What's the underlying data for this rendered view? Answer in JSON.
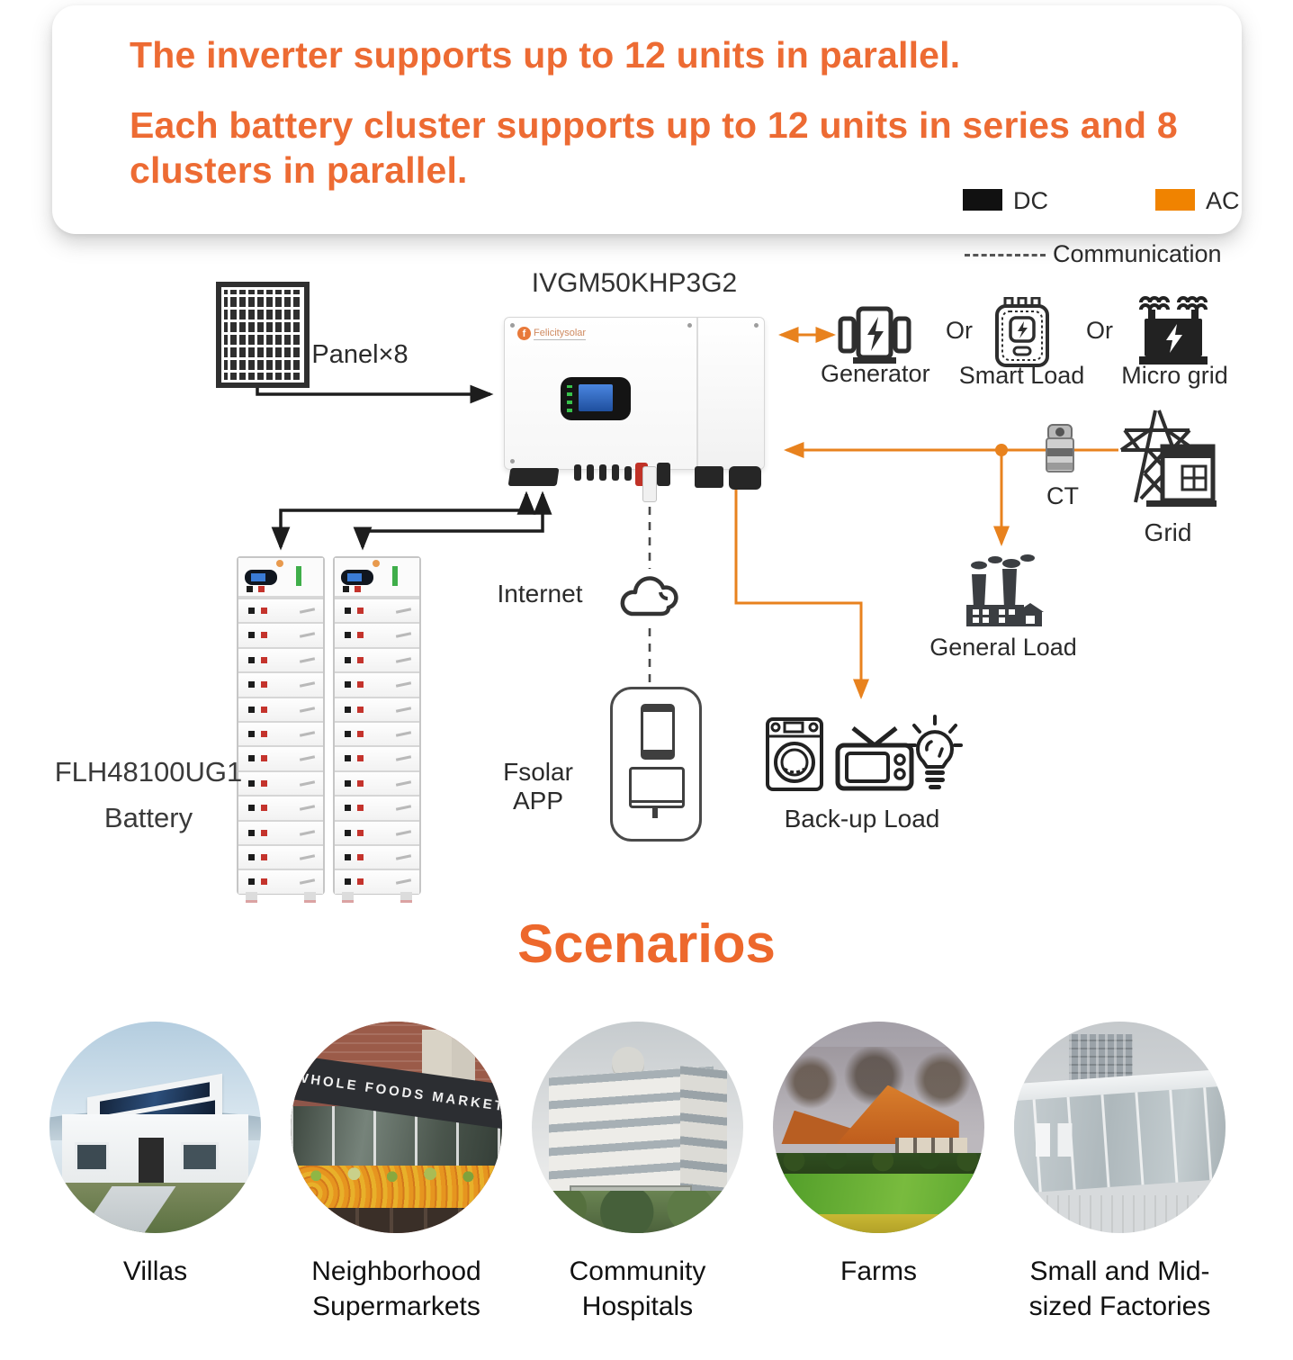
{
  "header": {
    "line1": "The inverter supports up to 12 units in parallel.",
    "line2": "Each battery cluster supports up to 12 units in series and 8 clusters in parallel."
  },
  "legend": {
    "dc_label": "DC",
    "ac_label": "AC",
    "communication_label": "Communication",
    "dc_color": "#111111",
    "ac_color": "#F08300"
  },
  "diagram": {
    "panel_label": "Panel×8",
    "inverter_model": "IVGM50KHP3G2",
    "inverter_brand": "Felicitysolar",
    "generator_label": "Generator",
    "or1": "Or",
    "smart_load_label": "Smart Load",
    "or2": "Or",
    "micro_grid_label": "Micro grid",
    "ct_label": "CT",
    "grid_label": "Grid",
    "general_load_label": "General Load",
    "internet_label": "Internet",
    "fsolar_app_label": "Fsolar APP",
    "backup_load_label": "Back-up Load",
    "battery_model": "FLH48100UG1",
    "battery_word": "Battery",
    "battery_racks": 2,
    "battery_modules_per_rack": 12
  },
  "scenarios": {
    "title": "Scenarios",
    "items": [
      {
        "label": "Villas",
        "art": "villa"
      },
      {
        "label": "Neighborhood\nSupermarkets",
        "art": "market",
        "sign_text": "WHOLE FOODS MARKET"
      },
      {
        "label": "Community\nHospitals",
        "art": "hospital"
      },
      {
        "label": "Farms",
        "art": "farm"
      },
      {
        "label": "Small and Mid-\nsized Factories",
        "art": "factory"
      }
    ]
  },
  "colors": {
    "accent_orange": "#ED6B33",
    "wire_orange": "#E8821E",
    "wire_black": "#1d1d1d",
    "comm_gray": "#4a4a4a"
  }
}
